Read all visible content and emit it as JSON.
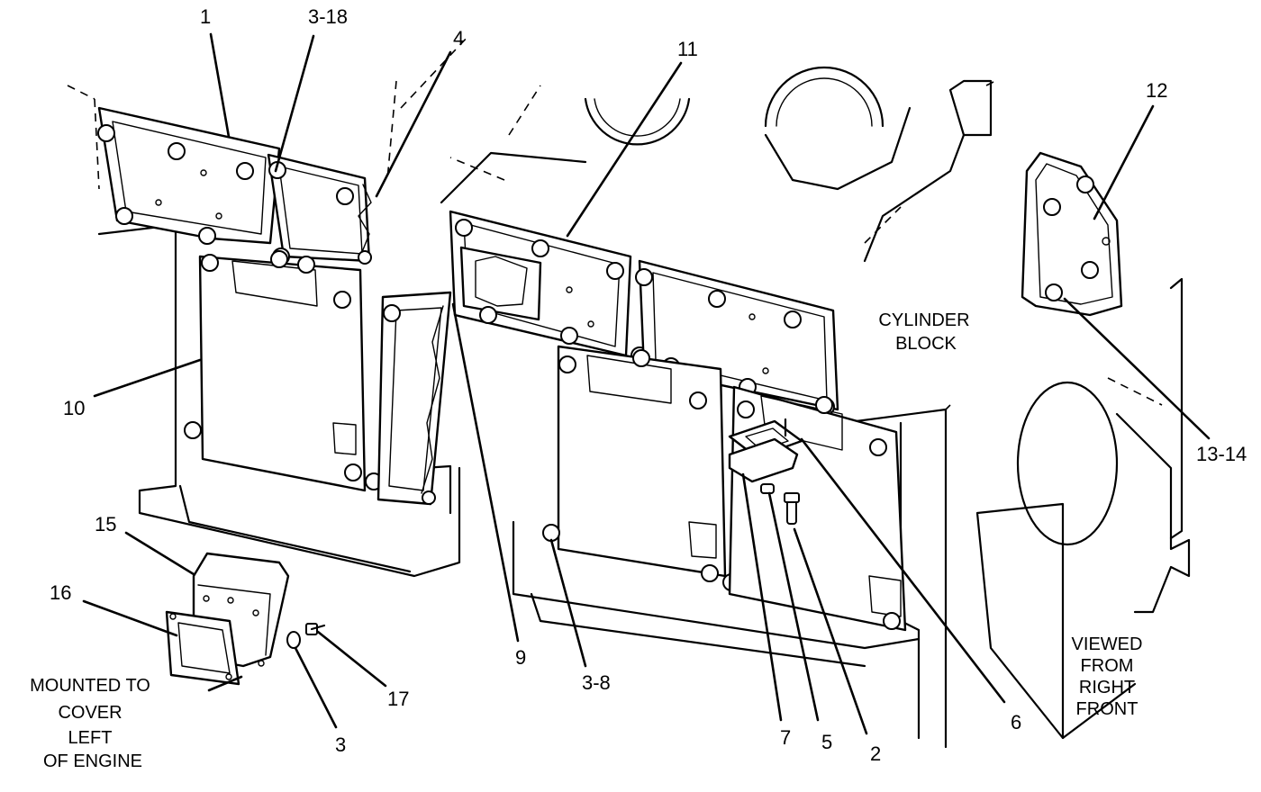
{
  "callouts": {
    "c1": "1",
    "c3_18": "3-18",
    "c4": "4",
    "c11": "11",
    "c12": "12",
    "c10": "10",
    "c13_14": "13-14",
    "c15": "15",
    "c16": "16",
    "c9": "9",
    "c3_8": "3-8",
    "c17": "17",
    "c3": "3",
    "c7": "7",
    "c5": "5",
    "c2": "2",
    "c6": "6"
  },
  "notes": {
    "cylinder_block": [
      "CYLINDER",
      "BLOCK"
    ],
    "viewed_from": [
      "VIEWED",
      "FROM",
      "RIGHT",
      "FRONT"
    ],
    "mounted_to": [
      "MOUNTED TO",
      "COVER",
      "LEFT",
      "OF ENGINE"
    ]
  }
}
